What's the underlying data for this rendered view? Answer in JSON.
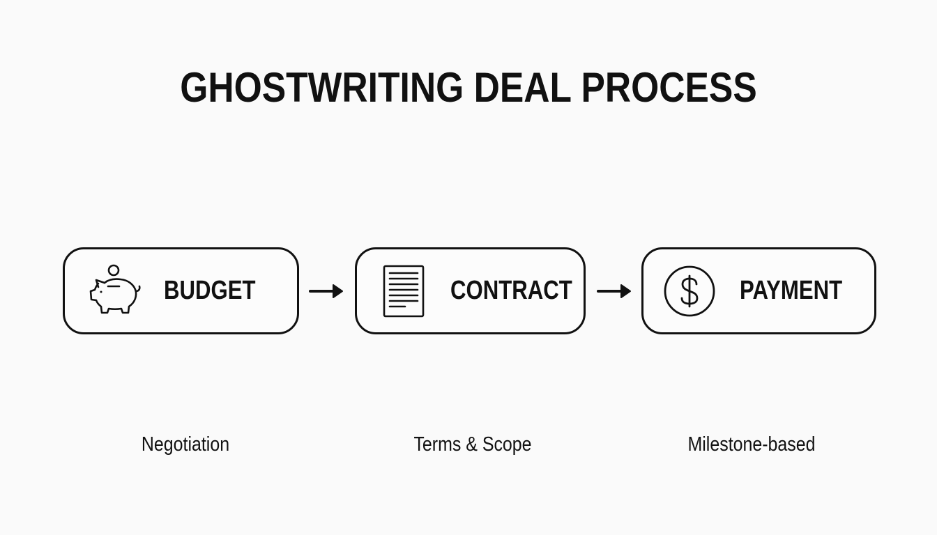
{
  "title": "GHOSTWRITING DEAL PROCESS",
  "steps": [
    {
      "label": "BUDGET",
      "icon": "piggy-bank-icon",
      "caption": "Negotiation"
    },
    {
      "label": "CONTRACT",
      "icon": "document-icon",
      "caption": "Terms & Scope"
    },
    {
      "label": "PAYMENT",
      "icon": "dollar-coin-icon",
      "caption": "Milestone-based"
    }
  ],
  "colors": {
    "background": "#fafafa",
    "ink": "#111111"
  }
}
